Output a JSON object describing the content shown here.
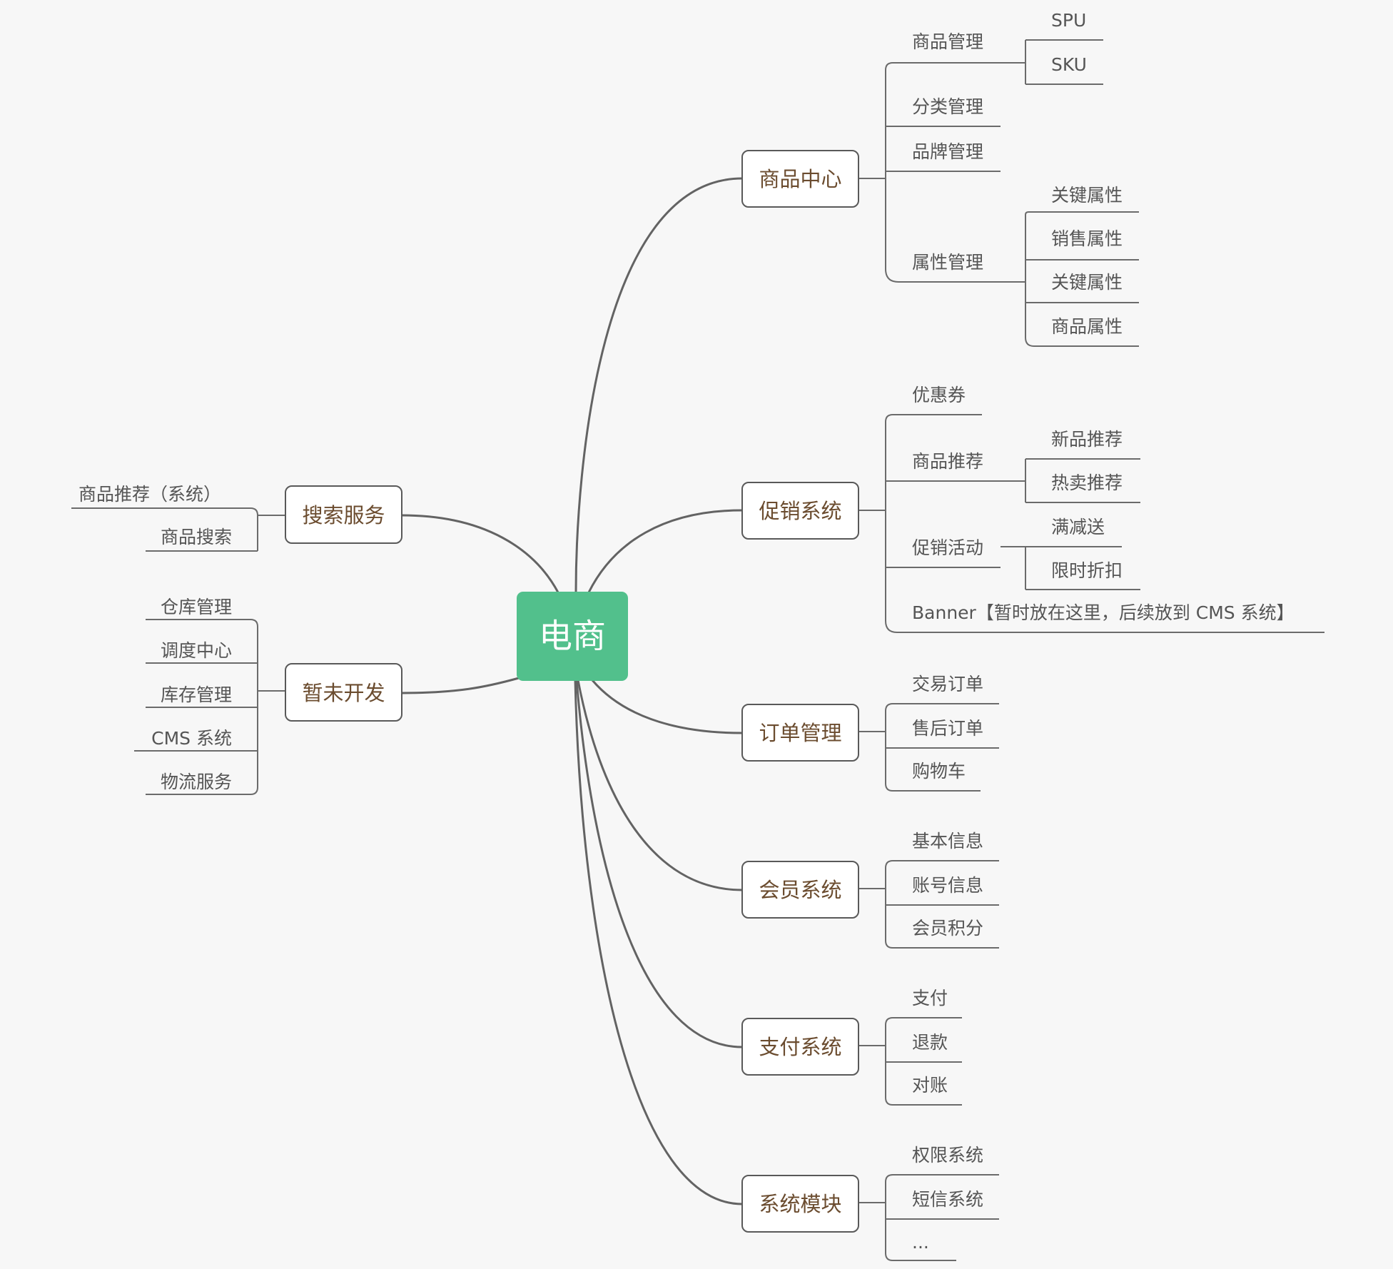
{
  "central": {
    "label": "电商",
    "color": "#52c08c"
  },
  "branches": [
    {
      "label": "商品中心",
      "children": [
        {
          "label": "商品管理",
          "children": [
            {
              "label": "SPU"
            },
            {
              "label": "SKU"
            }
          ]
        },
        {
          "label": "分类管理"
        },
        {
          "label": "品牌管理"
        },
        {
          "label": "属性管理",
          "children": [
            {
              "label": "关键属性"
            },
            {
              "label": "销售属性"
            },
            {
              "label": "关键属性"
            },
            {
              "label": "商品属性"
            }
          ]
        }
      ]
    },
    {
      "label": "促销系统",
      "children": [
        {
          "label": "优惠券"
        },
        {
          "label": "商品推荐",
          "children": [
            {
              "label": "新品推荐"
            },
            {
              "label": "热卖推荐"
            }
          ]
        },
        {
          "label": "促销活动",
          "children": [
            {
              "label": "满减送"
            },
            {
              "label": "限时折扣"
            }
          ]
        },
        {
          "label": "Banner【暂时放在这里，后续放到 CMS  系统】"
        }
      ]
    },
    {
      "label": "订单管理",
      "children": [
        {
          "label": "交易订单"
        },
        {
          "label": "售后订单"
        },
        {
          "label": "购物车"
        }
      ]
    },
    {
      "label": "会员系统",
      "children": [
        {
          "label": "基本信息"
        },
        {
          "label": "账号信息"
        },
        {
          "label": "会员积分"
        }
      ]
    },
    {
      "label": "支付系统",
      "children": [
        {
          "label": "支付"
        },
        {
          "label": "退款"
        },
        {
          "label": "对账"
        }
      ]
    },
    {
      "label": "系统模块",
      "children": [
        {
          "label": "权限系统"
        },
        {
          "label": "短信系统"
        },
        {
          "label": "..."
        }
      ]
    },
    {
      "label": "搜索服务",
      "children": [
        {
          "label": "商品推荐（系统）"
        },
        {
          "label": "商品搜索"
        }
      ]
    },
    {
      "label": "暂未开发",
      "children": [
        {
          "label": "仓库管理"
        },
        {
          "label": "调度中心"
        },
        {
          "label": "库存管理"
        },
        {
          "label": "CMS 系统"
        },
        {
          "label": "物流服务"
        }
      ]
    }
  ]
}
